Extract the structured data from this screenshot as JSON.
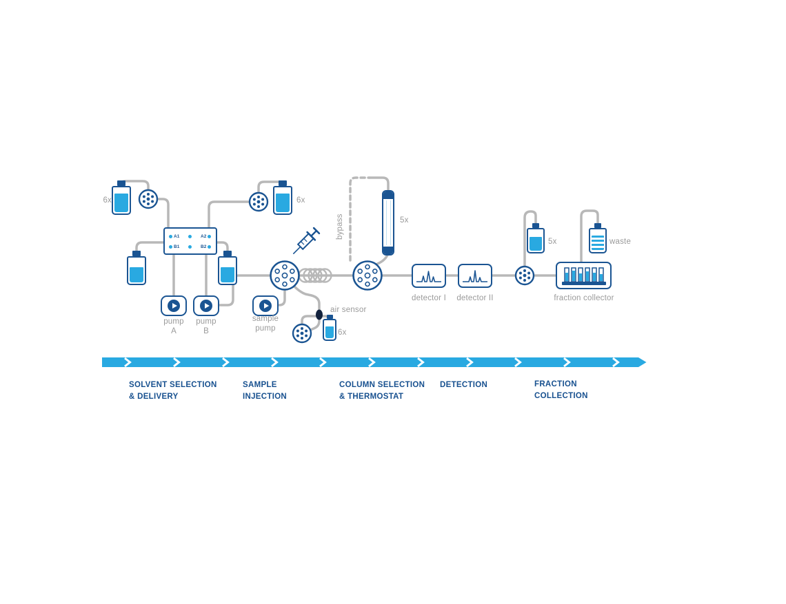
{
  "diagram": {
    "labels": {
      "count_solvent_a": "6x",
      "count_solvent_b": "6x",
      "count_seal_wash": "6x",
      "count_columns": "5x",
      "count_collect": "5x",
      "waste": "waste",
      "bypass": "bypass",
      "air_sensor": "air sensor",
      "pump_a": "pump\nA",
      "pump_b": "pump\nB",
      "sample_pump": "sample\npump",
      "detector_1": "detector I",
      "detector_2": "detector II",
      "fraction_collector": "fraction collector",
      "port_a1": "A1",
      "port_b1": "B1",
      "port_a2": "A2",
      "port_b2": "B2"
    },
    "stages": [
      {
        "label": "SOLVENT SELECTION\n& DELIVERY"
      },
      {
        "label": "SAMPLE\nINJECTION"
      },
      {
        "label": "COLUMN SELECTION\n& THERMOSTAT"
      },
      {
        "label": "DETECTION"
      },
      {
        "label": "FRACTION\nCOLLECTION"
      }
    ],
    "colors": {
      "navy": "#1a5492",
      "cyan": "#29a9e1",
      "tube_gray": "#b8b8b8",
      "label_gray": "#9a9a9a"
    }
  }
}
